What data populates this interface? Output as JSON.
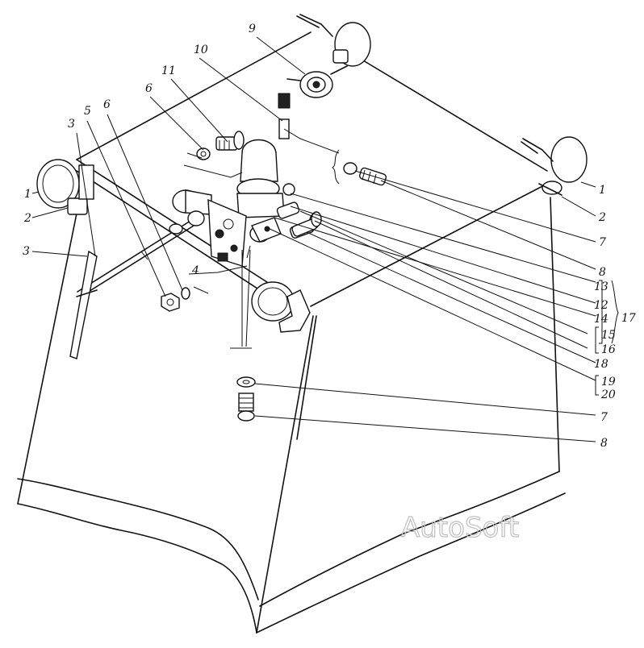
{
  "diagram": {
    "watermark": "AutoSoft",
    "labels": [
      {
        "id": "l1a",
        "text": "1"
      },
      {
        "id": "l2a",
        "text": "2"
      },
      {
        "id": "l3a",
        "text": "3"
      },
      {
        "id": "l3b",
        "text": "3"
      },
      {
        "id": "l5",
        "text": "5"
      },
      {
        "id": "l6a",
        "text": "6"
      },
      {
        "id": "l6b",
        "text": "6"
      },
      {
        "id": "l11",
        "text": "11"
      },
      {
        "id": "l10",
        "text": "10"
      },
      {
        "id": "l9",
        "text": "9"
      },
      {
        "id": "l4",
        "text": "4"
      },
      {
        "id": "l1b",
        "text": "1"
      },
      {
        "id": "l2b",
        "text": "2"
      },
      {
        "id": "l7a",
        "text": "7"
      },
      {
        "id": "l8a",
        "text": "8"
      },
      {
        "id": "l13",
        "text": "13"
      },
      {
        "id": "l12",
        "text": "12"
      },
      {
        "id": "l14",
        "text": "14"
      },
      {
        "id": "l15",
        "text": "15"
      },
      {
        "id": "l16",
        "text": "16"
      },
      {
        "id": "l17",
        "text": "17"
      },
      {
        "id": "l18",
        "text": "18"
      },
      {
        "id": "l19",
        "text": "19"
      },
      {
        "id": "l20",
        "text": "20"
      },
      {
        "id": "l7b",
        "text": "7"
      },
      {
        "id": "l8b",
        "text": "8"
      }
    ]
  }
}
